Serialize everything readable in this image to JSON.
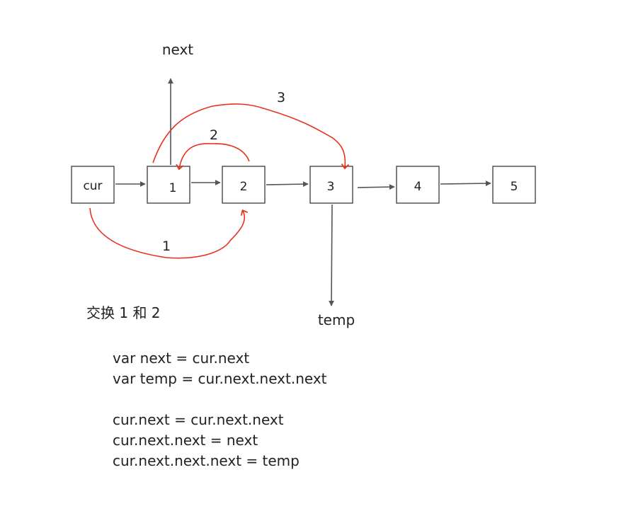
{
  "nodes": {
    "cur": "cur",
    "n1": "1",
    "n2": "2",
    "n3": "3",
    "n4": "4",
    "n5": "5"
  },
  "pointers": {
    "next": "next",
    "temp": "temp"
  },
  "steps": {
    "step1": "1",
    "step2": "2",
    "step3": "3"
  },
  "caption": "交换 1 和 2",
  "code": {
    "declarations": [
      "var next = cur.next",
      "var temp = cur.next.next.next"
    ],
    "assignments": [
      "cur.next = cur.next.next",
      "cur.next.next = next",
      "cur.next.next.next = temp"
    ]
  },
  "colors": {
    "box_border": "#3a3a3a",
    "link_arrow": "#555555",
    "swap_arrow": "#e8321e"
  }
}
